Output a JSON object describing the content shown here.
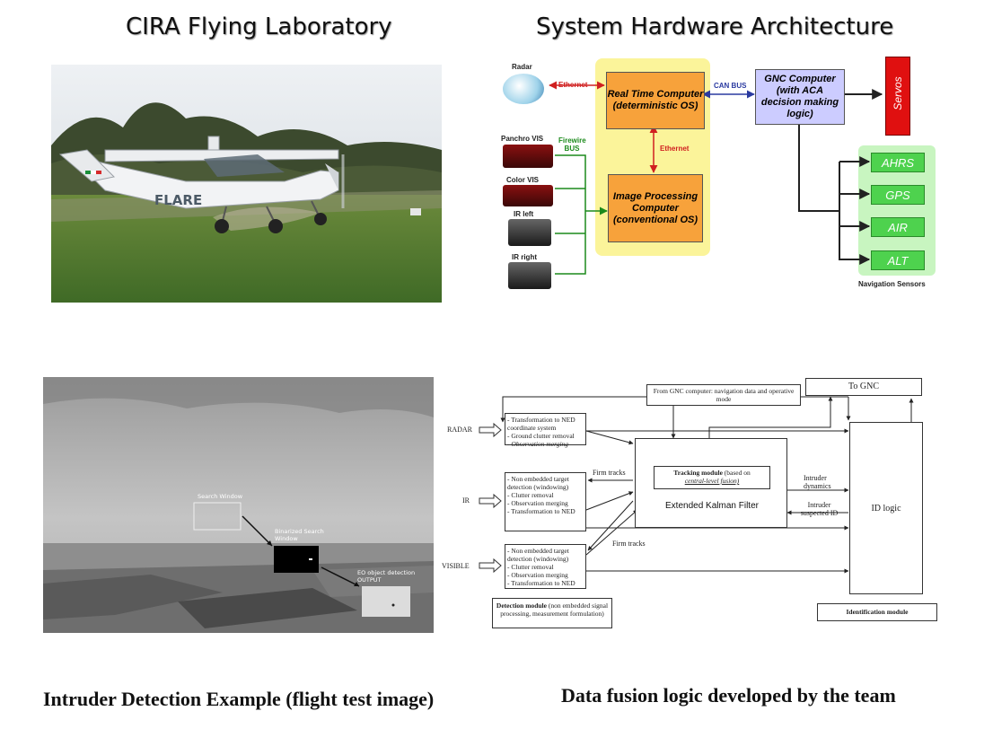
{
  "titles": {
    "left": "CIRA Flying Laboratory",
    "right": "System Hardware Architecture"
  },
  "photo": {
    "aircraft_marking": "FLARE"
  },
  "hardware": {
    "radar": "Radar",
    "ethernet1": "Ethernet",
    "ethernet2": "Ethernet",
    "canbus": "CAN BUS",
    "firewire": "Firewire BUS",
    "rtc": "Real Time Computer (deterministic OS)",
    "ipc": "Image Processing Computer (conventional OS)",
    "gnc": "GNC Computer (with ACA decision making logic)",
    "servos": "Servos",
    "cams": [
      "Panchro VIS",
      "Color VIS",
      "IR left",
      "IR right"
    ],
    "nav": [
      "AHRS",
      "GPS",
      "AIR",
      "ALT"
    ],
    "nav_caption": "Navigation Sensors",
    "colors": {
      "orange": "#f7a23b",
      "yellow": "#fbf49a",
      "lavender": "#ccccff",
      "red": "#e01010",
      "green": "#4ed24e",
      "lightgreen": "#c8f5c0"
    }
  },
  "detection_image": {
    "search_window": "Search Window",
    "binarized": "Binarized Search Window",
    "eo_output": "EO object detection OUTPUT"
  },
  "fusion": {
    "gnc_input": "From GNC computer: navigation data and operative mode",
    "to_gnc": "To GNC",
    "radar": "RADAR",
    "ir": "IR",
    "visible": "VISIBLE",
    "radar_box": [
      "- Transformation to NED coordinate system",
      "- Ground clutter removal",
      "- Observation merging"
    ],
    "ir_box": [
      "- Non embedded target detection (windowing)",
      "- Clutter removal",
      "- Observation merging",
      "- Transformation to NED"
    ],
    "vis_box": [
      "- Non embedded target detection (windowing)",
      "- Clutter removal",
      "- Observation merging",
      "- Transformation to NED"
    ],
    "firm_tracks1": "Firm tracks",
    "firm_tracks2": "Firm tracks",
    "tracking_title": "Tracking module",
    "tracking_rest": "(based on",
    "tracking_fusion": "central-level fusion)",
    "ekf": "Extended Kalman Filter",
    "intruder_dynamics": "Intruder dynamics",
    "intruder_suspected": "Intruder suspected ID",
    "id_logic": "ID logic",
    "detection_module_bold": "Detection module",
    "detection_module_rest": "(non embedded signal processing, measurement formulation)",
    "identification_module": "Identification module"
  },
  "captions": {
    "left": "Intruder Detection Example (flight test image)",
    "right": "Data fusion logic developed by the team"
  }
}
